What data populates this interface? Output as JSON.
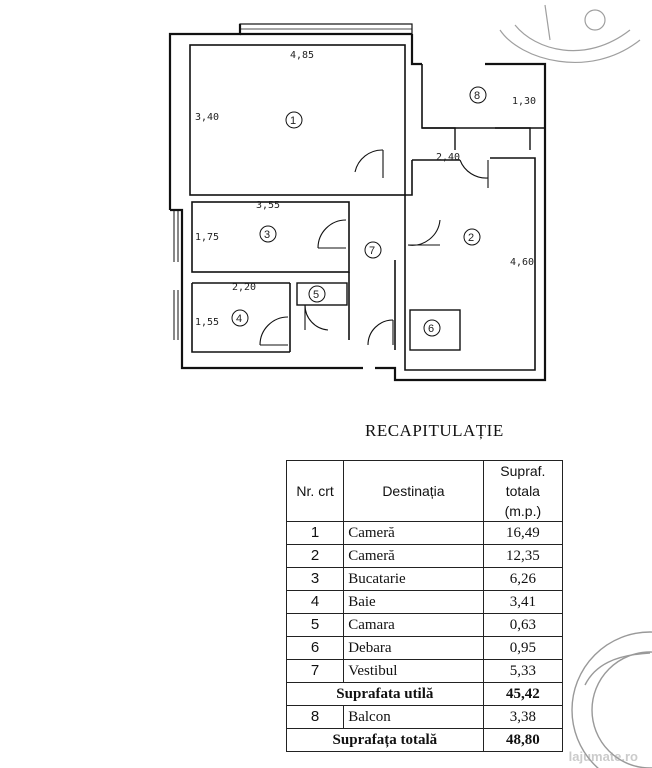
{
  "plan": {
    "dimensions": {
      "room1_width": "4,85",
      "room1_height": "3,40",
      "room8_height": "1,30",
      "room2_width": "2,40",
      "room2_height": "4,60",
      "room3_width": "3,55",
      "room3_height": "1,75",
      "room4_width": "2,20",
      "room4_height": "1,55"
    },
    "room_numbers": [
      "1",
      "2",
      "3",
      "4",
      "5",
      "6",
      "7",
      "8"
    ]
  },
  "recap": {
    "title": "RECAPITULAȚIE",
    "headers": {
      "nr": "Nr. crt",
      "dest": "Destinația",
      "area": "Supraf. totala (m.p.)"
    },
    "rows": [
      {
        "nr": "1",
        "dest": "Cameră",
        "area": "16,49"
      },
      {
        "nr": "2",
        "dest": "Cameră",
        "area": "12,35"
      },
      {
        "nr": "3",
        "dest": "Bucatarie",
        "area": "6,26"
      },
      {
        "nr": "4",
        "dest": "Baie",
        "area": "3,41"
      },
      {
        "nr": "5",
        "dest": "Camara",
        "area": "0,63"
      },
      {
        "nr": "6",
        "dest": "Debara",
        "area": "0,95"
      },
      {
        "nr": "7",
        "dest": "Vestibul",
        "area": "5,33"
      }
    ],
    "useful_label": "Suprafata utilă",
    "useful_value": "45,42",
    "balcony": {
      "nr": "8",
      "dest": "Balcon",
      "area": "3,38"
    },
    "total_label": "Suprafața totală",
    "total_value": "48,80"
  },
  "watermark": "lajumate.ro"
}
